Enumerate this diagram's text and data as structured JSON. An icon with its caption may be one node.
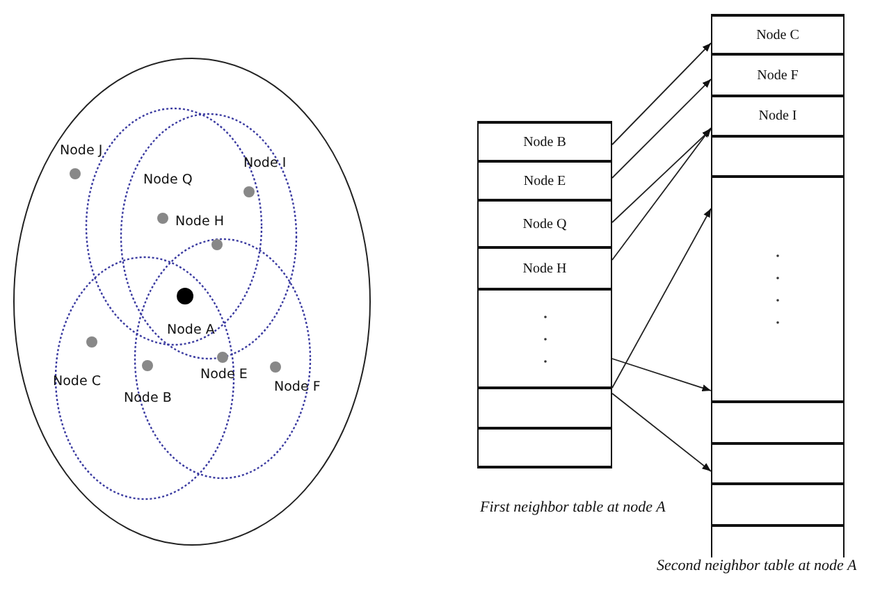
{
  "diagram": {
    "nodes": [
      {
        "text": [
          "First neighbor table at node A"
        ]
      },
      {
        "text": [
          "Node B"
        ],
        "in": 0
      },
      {
        "text": [
          "Node E"
        ],
        "in": 0
      },
      {
        "text": [
          "Node Q"
        ],
        "in": 0
      },
      {
        "text": [
          "Node H"
        ],
        "in": 0
      },
      {
        "text": [],
        "shape": "box",
        "in": 0
      },
      {
        "text": [],
        "shape": "box",
        "in": 0
      },
      {
        "text": [],
        "shape": "box",
        "in": 0
      },
      {
        "text": [
          "Second neighbor table at node A"
        ]
      },
      {
        "text": [
          "Node C"
        ],
        "in": 8
      },
      {
        "text": [
          "Node F"
        ],
        "in": 8
      },
      {
        "text": [
          "Node I"
        ],
        "in": 8
      },
      {
        "text": [],
        "shape": "box",
        "in": 8
      },
      {
        "text": [],
        "shape": "box",
        "in": 8
      },
      {
        "text": [],
        "shape": "box",
        "in": 8
      },
      {
        "text": [],
        "shape": "box",
        "in": 8
      },
      {
        "text": [],
        "shape": "box",
        "in": 8
      },
      {
        "text": [],
        "shape": "box",
        "in": 8
      }
    ],
    "edges": [
      {
        "from": 1,
        "to": 9,
        "arrow": "to"
      },
      {
        "from": 2,
        "to": 10,
        "arrow": "to"
      },
      {
        "from": 3,
        "to": 11,
        "arrow": "to"
      },
      {
        "from": 4,
        "to": 11,
        "arrow": "to"
      },
      {
        "from": 6,
        "to": 13,
        "arrow": "to"
      },
      {
        "from": 5,
        "to": 13,
        "arrow": "to"
      },
      {
        "from": 6,
        "to": 15,
        "arrow": "to"
      }
    ],
    "labels": [
      "Node J",
      "Node Q",
      "Node I",
      "Node H",
      "Node A",
      "Node C",
      "Node B",
      "Node E",
      "Node F"
    ]
  }
}
